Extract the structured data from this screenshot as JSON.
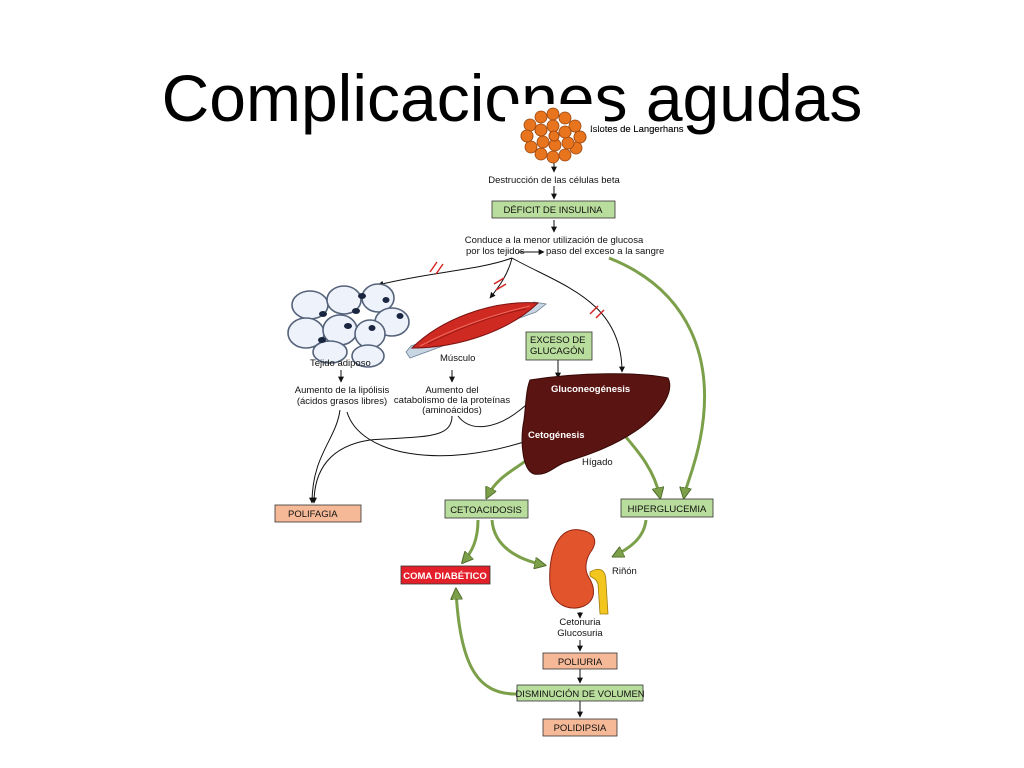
{
  "slide": {
    "title": "Complicaciones agudas"
  },
  "colors": {
    "green_box": "#b9dd9c",
    "salmon_box": "#f6b997",
    "red_box": "#e3202a",
    "green_arrow": "#7ca04a",
    "liver": "#5a1512",
    "muscle": "#cf2a22",
    "kidney": "#e2552c",
    "islet": "#e8741e"
  },
  "diagram": {
    "islets_label": "Islotes de Langerhans",
    "beta_destruction": "Destrucción de las células beta",
    "insulin_deficit": "DÉFICIT DE INSULINA",
    "glucose_line1": "Conduce a la menor utilización de glucosa",
    "glucose_line2": "por los tejidos",
    "blood_excess": "paso del exceso a la sangre",
    "adipose_label": "Tejido adiposo",
    "muscle_label": "Músculo",
    "glucagon_line1": "EXCESO DE",
    "glucagon_line2": "GLUCAGÓN",
    "lipolysis_line1": "Aumento de la lipólisis",
    "lipolysis_line2": "(ácidos grasos libres)",
    "catabolism_line1": "Aumento del",
    "catabolism_line2": "catabolismo de la proteínas",
    "catabolism_line3": "(aminoácidos)",
    "gluconeogenesis": "Gluconeogénesis",
    "ketogenesis": "Cetogénesis",
    "liver_label": "Hígado",
    "polyphagia": "POLIFAGIA",
    "ketoacidosis": "CETOACIDOSIS",
    "hyperglycemia": "HIPERGLUCEMIA",
    "diabetic_coma": "COMA DIABÉTICO",
    "kidney_label": "Riñón",
    "ketonuria": "Cetonuria",
    "glucosuria": "Glucosuria",
    "polyuria": "POLIURIA",
    "volume_decrease": "DISMINUCIÓN DE VOLUMEN",
    "polydipsia": "POLIDIPSIA"
  }
}
